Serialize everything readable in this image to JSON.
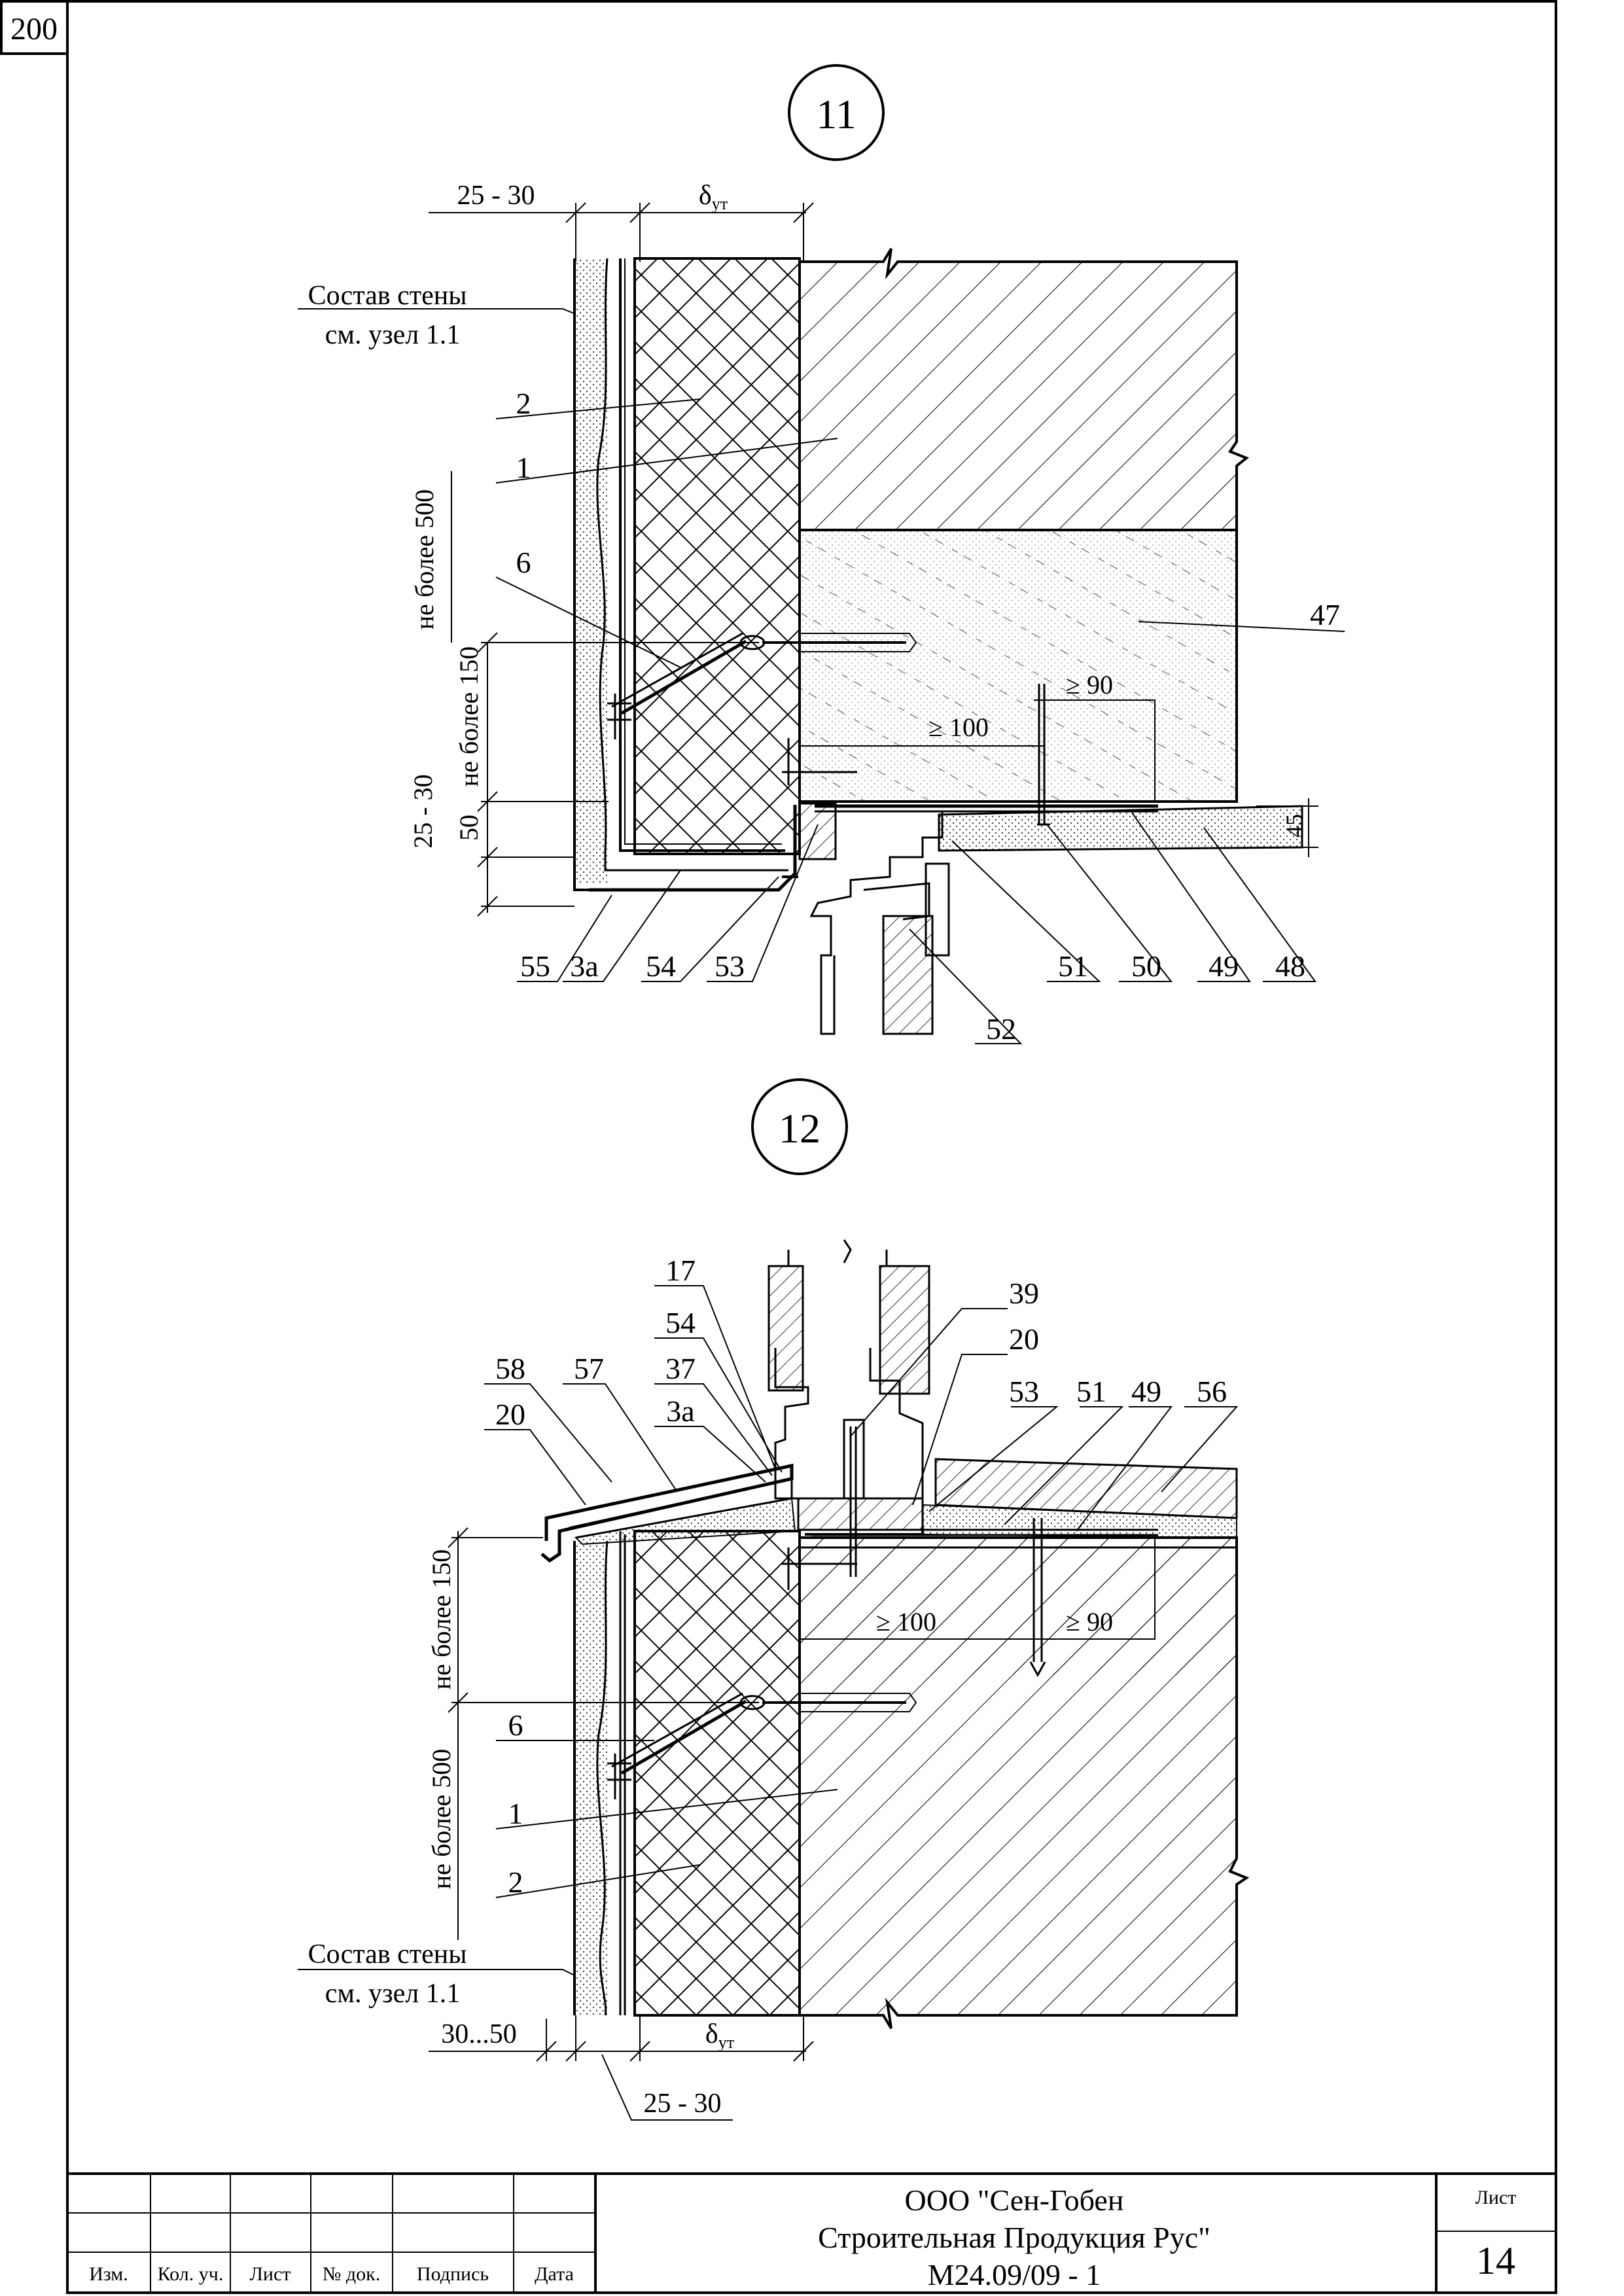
{
  "sheet_corner_number": "200",
  "node11": {
    "number": "11",
    "dim_top_left": "25 - 30",
    "dim_top_right": "δ",
    "dim_top_right_sub": "ут",
    "wall_note_line1": "Состав стены",
    "wall_note_line2": "см. узел 1.1",
    "label_2": "2",
    "label_1": "1",
    "label_6": "6",
    "label_47": "47",
    "dim_v_max500": "не более 500",
    "dim_v_max150": "не более 150",
    "dim_v_50": "50",
    "dim_v_25_30": "25 - 30",
    "dim_ge90": "≥ 90",
    "dim_ge100": "≥ 100",
    "dim_45": "45",
    "bottom_labels": [
      "55",
      "3а",
      "54",
      "53",
      "51",
      "50",
      "49",
      "48"
    ],
    "label_52": "52"
  },
  "node12": {
    "number": "12",
    "top_labels_left": [
      "17",
      "54",
      "37",
      "3а"
    ],
    "label_58": "58",
    "label_57": "57",
    "label_20_left": "20",
    "label_39": "39",
    "label_20_right": "20",
    "label_53": "53",
    "label_51": "51",
    "label_49": "49",
    "label_56": "56",
    "dim_ge100": "≥ 100",
    "dim_ge90": "≥ 90",
    "dim_v_max150": "не более 150",
    "dim_v_max500": "не более 500",
    "label_6": "6",
    "label_1": "1",
    "label_2": "2",
    "wall_note_line1": "Состав стены",
    "wall_note_line2": "см. узел 1.1",
    "dim_bottom_left": "30...50",
    "dim_bottom_right": "δ",
    "dim_bottom_right_sub": "ут",
    "dim_bottom_below": "25 - 30"
  },
  "title_block": {
    "col_headers": [
      "Изм.",
      "Кол. уч.",
      "Лист",
      "№ док.",
      "Подпись",
      "Дата"
    ],
    "company_line1": "ООО \"Сен-Гобен",
    "company_line2": "Строительная Продукция Рус\"",
    "doc_code": "М24.09/09 - 1",
    "sheet_label": "Лист",
    "sheet_number": "14"
  }
}
